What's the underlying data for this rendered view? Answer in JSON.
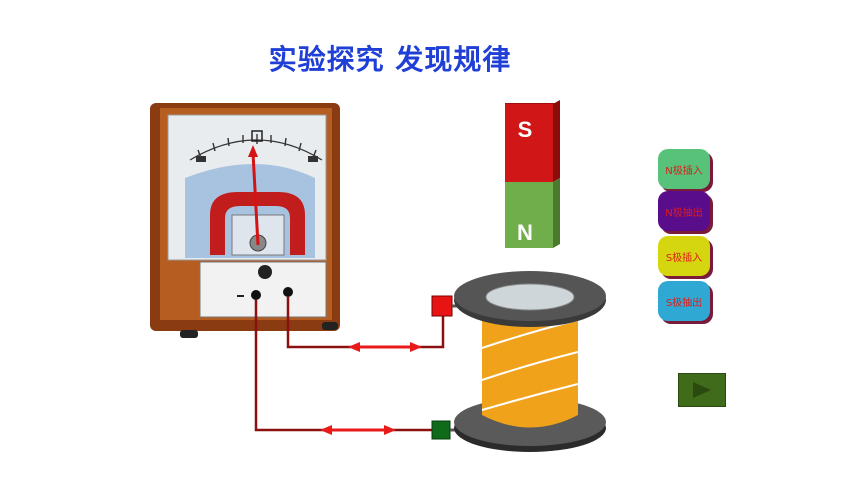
{
  "title": "实验探究  发现规律",
  "magnet": {
    "top_pole": "S",
    "bottom_pole": "N"
  },
  "buttons": [
    {
      "label": "N极插入"
    },
    {
      "label": "N极抽出"
    },
    {
      "label": "S极插入"
    },
    {
      "label": "S极抽出"
    }
  ],
  "play_icon": "play-triangle-icon",
  "colors": {
    "title": "#1f3fd6",
    "magnet_s": "#d01616",
    "magnet_n": "#6fae4a",
    "wire": "#8b1010",
    "coil": "#f0a21a"
  }
}
